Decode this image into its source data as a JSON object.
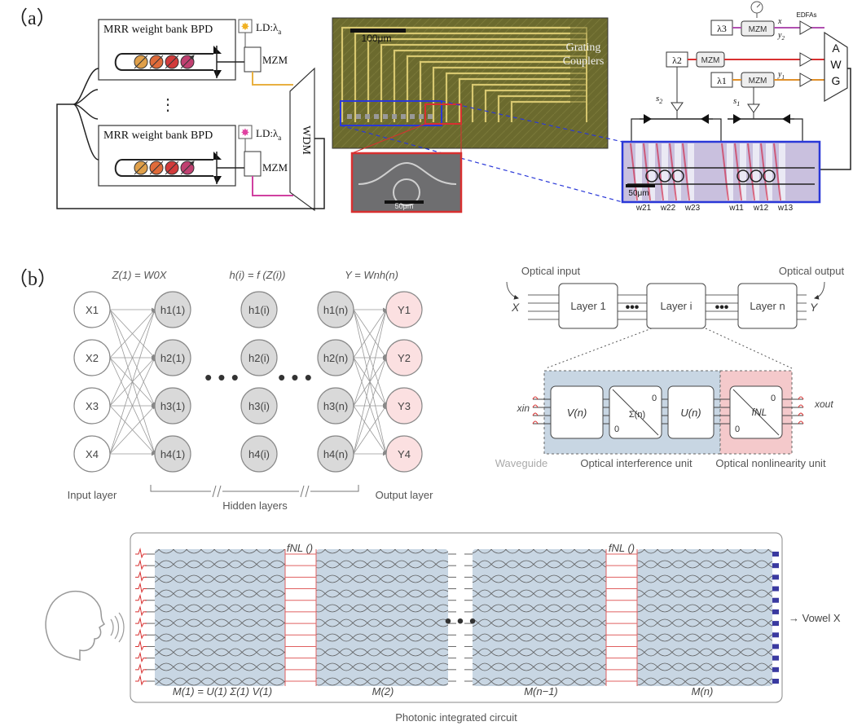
{
  "panel_a": {
    "label": "（a）",
    "mrr_label_top": "MRR weight bank BPD",
    "mrr_label_bottom": "MRR weight bank BPD",
    "ld_top": "LD:λ",
    "ld_top_sub": "a",
    "ld_bottom": "LD:λ",
    "ld_bottom_sub": "a",
    "mzm_top": "MZM",
    "mzm_bottom": "MZM",
    "wdm": "WDM",
    "ellipsis": "⋮",
    "scale_chip": "100μm",
    "grating_line1": "Grating",
    "grating_line2": "Couplers",
    "scale_inset": "50μm",
    "scale_right": "50μm",
    "lambda1": "λ1",
    "lambda2": "λ2",
    "lambda3": "λ3",
    "mzm_small": "MZM",
    "edfas": "EDFAs",
    "awg": [
      "A",
      "W",
      "G"
    ],
    "x_label": "x",
    "y1_label": "y",
    "y1_sub": "1",
    "y2_label": "y",
    "y2_sub": "2",
    "s1": "s",
    "s1_sub": "1",
    "s2": "s",
    "s2_sub": "2",
    "weights": [
      "w21",
      "w22",
      "w23",
      "w11",
      "w12",
      "w13"
    ]
  },
  "panel_b": {
    "label": "（b）",
    "eq1": "Z(1) = W0X",
    "eq2": "h(i) = f (Z(i))",
    "eq3": "Y = Wnh(n)",
    "inputs": [
      "X1",
      "X2",
      "X3",
      "X4"
    ],
    "h1": [
      "h1(1)",
      "h2(1)",
      "h3(1)",
      "h4(1)"
    ],
    "hi": [
      "h1(i)",
      "h2(i)",
      "h3(i)",
      "h4(i)"
    ],
    "hn": [
      "h1(n)",
      "h2(n)",
      "h3(n)",
      "h4(n)"
    ],
    "outputs": [
      "Y1",
      "Y2",
      "Y3",
      "Y4"
    ],
    "dots": "• • •",
    "input_layer": "Input layer",
    "hidden_layers": "Hidden layers",
    "output_layer": "Output layer",
    "optical_input": "Optical input",
    "optical_output": "Optical output",
    "X": "X",
    "Y": "Y",
    "layer1": "Layer 1",
    "layeri": "Layer i",
    "layern": "Layer n",
    "vn": "V(n)",
    "sigma": "Σ(n)",
    "un": "U(n)",
    "fnl": "fNL",
    "zero": "0",
    "xin": "xin",
    "xout": "xout",
    "waveguide": "Waveguide",
    "oiu": "Optical interference unit",
    "onu": "Optical nonlinearity unit",
    "fnl_call1": "fNL ()",
    "fnl_call2": "fNL ()",
    "m1": "M(1) = U(1) Σ(1) V(1)",
    "m2": "M(2)",
    "mn1": "M(n−1)",
    "mn": "M(n)",
    "pic": "Photonic integrated circuit",
    "vowel": "→ Vowel X",
    "mid_dots": "• • •"
  }
}
